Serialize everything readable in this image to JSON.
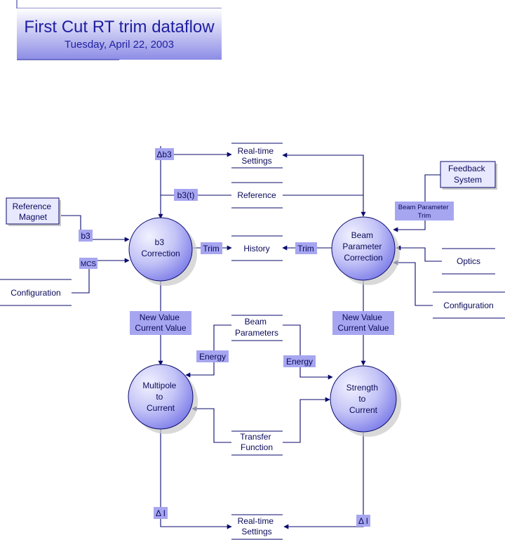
{
  "header": {
    "title": "First Cut RT trim dataflow",
    "date": "Tuesday, April 22, 2003"
  },
  "processes": {
    "b3_correction": [
      "b3",
      "Correction"
    ],
    "beam_param": [
      "Beam",
      "Parameter",
      "Correction"
    ],
    "multipole": [
      "Multipole",
      "to",
      "Current"
    ],
    "strength": [
      "Strength",
      "to",
      "Current"
    ]
  },
  "stores": {
    "rt_settings_top": [
      "Real-time",
      "Settings"
    ],
    "reference": "Reference",
    "history": "History",
    "beam_parameters": [
      "Beam",
      "Parameters"
    ],
    "transfer_function": [
      "Transfer",
      "Function"
    ],
    "rt_settings_bottom": [
      "Real-time",
      "Settings"
    ],
    "optics": "Optics",
    "configuration_right": "Configuration",
    "configuration_left": "Configuration"
  },
  "externals": {
    "reference_magnet": [
      "Reference",
      "Magnet"
    ],
    "feedback_system": [
      "Feedback",
      "System"
    ]
  },
  "flow_labels": {
    "delta_b3": "Δb3",
    "b3t": "b3(t)",
    "b3": "b3",
    "mcs": "MCS",
    "trim_left": "Trim",
    "trim_right": "Trim",
    "beam_param_trim": [
      "Beam Parameter",
      "Trim"
    ],
    "new_value_left": [
      "New Value",
      "Current Value"
    ],
    "new_value_right": [
      "New Value",
      "Current Value"
    ],
    "energy_left": "Energy",
    "energy_right": "Energy",
    "delta_i_left": "Δ I",
    "delta_i_right": "Δ I"
  },
  "colors": {
    "line": "#0a0a6e",
    "label_fill": "#a6a6f0",
    "circle_light": "#f2f2ff",
    "circle_dark": "#8282ea",
    "banner_light": "#ffffff",
    "banner_dark": "#8c8ce6"
  }
}
